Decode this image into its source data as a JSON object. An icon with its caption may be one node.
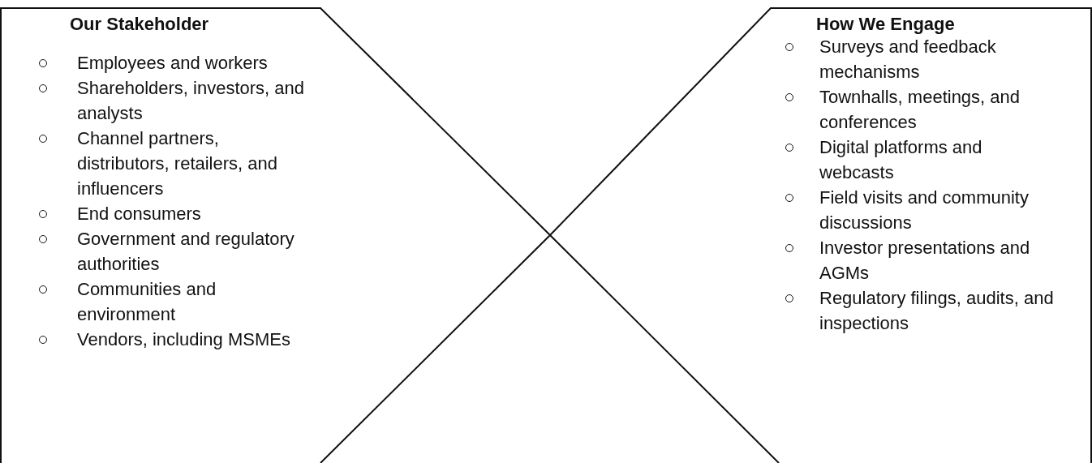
{
  "diagram": {
    "nodes": [
      {
        "text": [
          "Our Stakeholder",
          "Employees and workers",
          "Shareholders, investors, and analysts",
          "Channel partners, distributors, retailers, and influencers",
          "End consumers",
          "Government and regulatory authorities",
          "Communities and environment",
          "Vendors, including MSMEs"
        ]
      },
      {
        "text": [
          "How We Engage",
          "Surveys and feedback mechanisms",
          "Townhalls, meetings, and conferences",
          "Digital platforms and webcasts",
          "Field visits and community discussions",
          "Investor presentations and AGMs",
          "Regulatory filings, audits, and inspections"
        ]
      }
    ],
    "edges": []
  }
}
